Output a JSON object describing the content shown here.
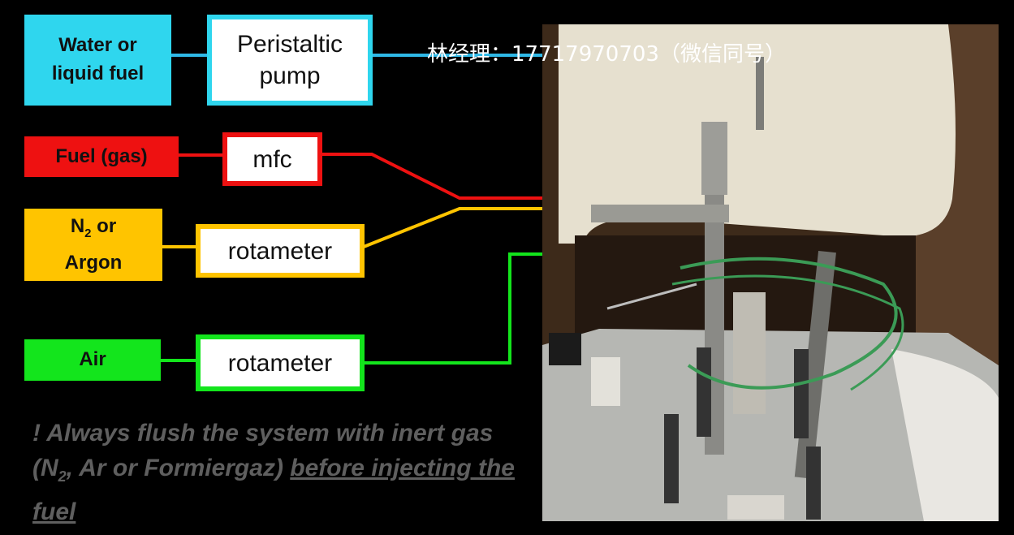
{
  "sources": {
    "water": "Water or liquid fuel",
    "fuel_gas": "Fuel (gas)",
    "n2_prefix": "N",
    "n2_sub": "2",
    "n2_suffix": " or",
    "argon": "Argon",
    "air": "Air"
  },
  "devices": {
    "pump_line1": "Peristaltic",
    "pump_line2": "pump",
    "mfc": "mfc",
    "rotameter_inert": "rotameter",
    "rotameter_air": "rotameter"
  },
  "note": {
    "part1": "! Always flush the system with inert gas (N",
    "sub": "2",
    "part2": ", Ar or Formiergaz) ",
    "underlined": "before injecting the fuel"
  },
  "watermark": "林经理：17717970703（微信同号）",
  "colors": {
    "water": "#2fd6ee",
    "fuel": "#ee1111",
    "inert": "#ffc400",
    "air": "#13e51c"
  }
}
